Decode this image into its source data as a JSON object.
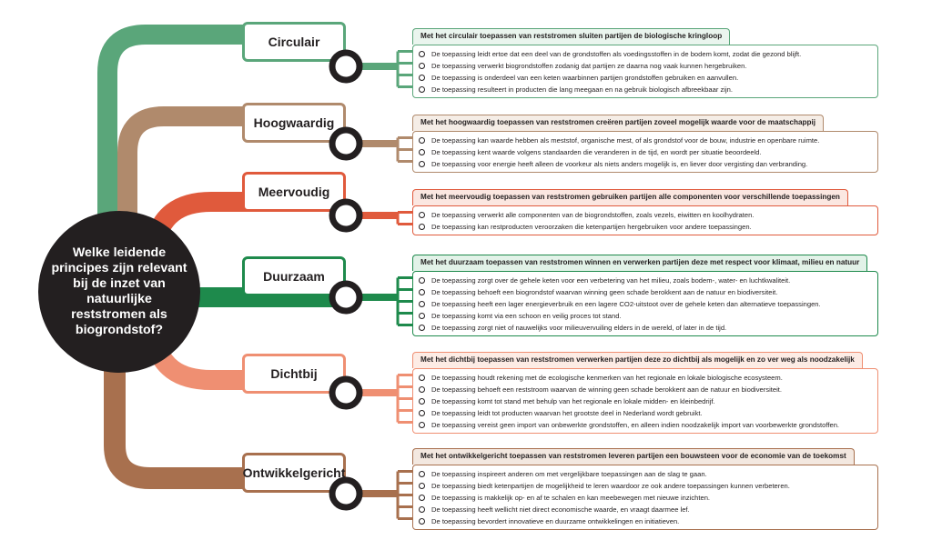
{
  "question": "Welke leidende principes zijn relevant bij de inzet van natuurlijke reststromen als biogrondstof?",
  "principles": [
    {
      "name": "Circulair",
      "color": "#5aa67a",
      "tint": "#eaf5ee",
      "title": "Met het circulair toepassen van reststromen sluiten partijen de biologische kringloop",
      "bullets": [
        "De toepassing leidt ertoe dat een deel van de grondstoffen als voedingsstoffen in de bodem komt, zodat die gezond blijft.",
        "De toepassing verwerkt biogrondstoffen zodanig dat partijen ze daarna nog vaak kunnen hergebruiken.",
        "De toepassing is onderdeel van een keten waarbinnen partijen grondstoffen gebruiken en aanvullen.",
        "De toepassing resulteert in producten die lang meegaan en na gebruik biologisch afbreekbaar zijn."
      ]
    },
    {
      "name": "Hoogwaardig",
      "color": "#b08a6c",
      "tint": "#f5ede6",
      "title": "Met het hoogwaardig toepassen van reststromen creëren partijen zoveel mogelijk waarde voor de maatschappij",
      "bullets": [
        "De toepassing kan waarde hebben als meststof, organische mest, of als grondstof voor de bouw, industrie en openbare ruimte.",
        "De toepassing kent waarde volgens standaarden die veranderen in de tijd, en wordt per situatie beoordeeld.",
        "De toepassing voor energie heeft alleen de voorkeur als niets anders mogelijk is, en liever door vergisting dan verbranding."
      ]
    },
    {
      "name": "Meervoudig",
      "color": "#e05a3c",
      "tint": "#fbe7e1",
      "title": "Met het meervoudig toepassen van reststromen gebruiken partijen alle componenten voor verschillende toepassingen",
      "bullets": [
        "De toepassing verwerkt alle componenten van de biogrondstoffen, zoals vezels, eiwitten en koolhydraten.",
        "De toepassing kan restproducten veroorzaken die ketenpartijen hergebruiken voor andere toepassingen."
      ]
    },
    {
      "name": "Duurzaam",
      "color": "#1e8a4c",
      "tint": "#e2f2e8",
      "title": "Met het duurzaam toepassen van reststromen winnen en verwerken partijen deze met respect voor klimaat, milieu en natuur",
      "bullets": [
        "De toepassing zorgt over de gehele keten voor een verbetering van het milieu, zoals bodem-, water- en luchtkwaliteit.",
        "De toepassing behoeft een biogrondstof waarvan winning geen schade berokkent aan de natuur en biodiversiteit.",
        "De toepassing heeft een lager energieverbruik en een lagere CO2-uitstoot over de gehele keten dan alternatieve toepassingen.",
        "De toepassing komt via een schoon en veilig proces tot stand.",
        "De toepassing zorgt niet of nauwelijks voor milieuvervuiling elders in de wereld, of later in de tijd."
      ]
    },
    {
      "name": "Dichtbij",
      "color": "#ef8f72",
      "tint": "#fdece5",
      "title": "Met het dichtbij toepassen van reststromen verwerken partijen deze zo dichtbij als mogelijk en zo ver weg als noodzakelijk",
      "bullets": [
        "De toepassing houdt rekening met de ecologische kenmerken van het regionale en lokale biologische ecosysteem.",
        "De toepassing behoeft een reststroom waarvan de winning geen schade berokkent aan de natuur en biodiversiteit.",
        "De toepassing komt tot stand met behulp van het regionale en lokale midden- en kleinbedrijf.",
        "De toepassing leidt tot producten waarvan het grootste deel in Nederland wordt gebruikt.",
        "De toepassing vereist geen import van onbewerkte grondstoffen, en alleen indien noodzakelijk import van voorbewerkte grondstoffen."
      ]
    },
    {
      "name": "Ontwikkelgericht",
      "color": "#a8704e",
      "tint": "#f3e8e0",
      "title": "Met het ontwikkelgericht toepassen van reststromen leveren partijen een bouwsteen voor de economie van de toekomst",
      "bullets": [
        "De toepassing inspireert anderen om met vergelijkbare toepassingen aan de slag te gaan.",
        "De toepassing biedt ketenpartijen de mogelijkheid te leren waardoor ze ook andere toepassingen kunnen verbeteren.",
        "De toepassing is makkelijk op- en af te schalen en kan meebewegen met nieuwe inzichten.",
        "De toepassing heeft wellicht niet direct economische waarde, en vraagt daarmee lef.",
        "De toepassing bevordert innovatieve en duurzame ontwikkelingen en initiatieven."
      ]
    }
  ]
}
